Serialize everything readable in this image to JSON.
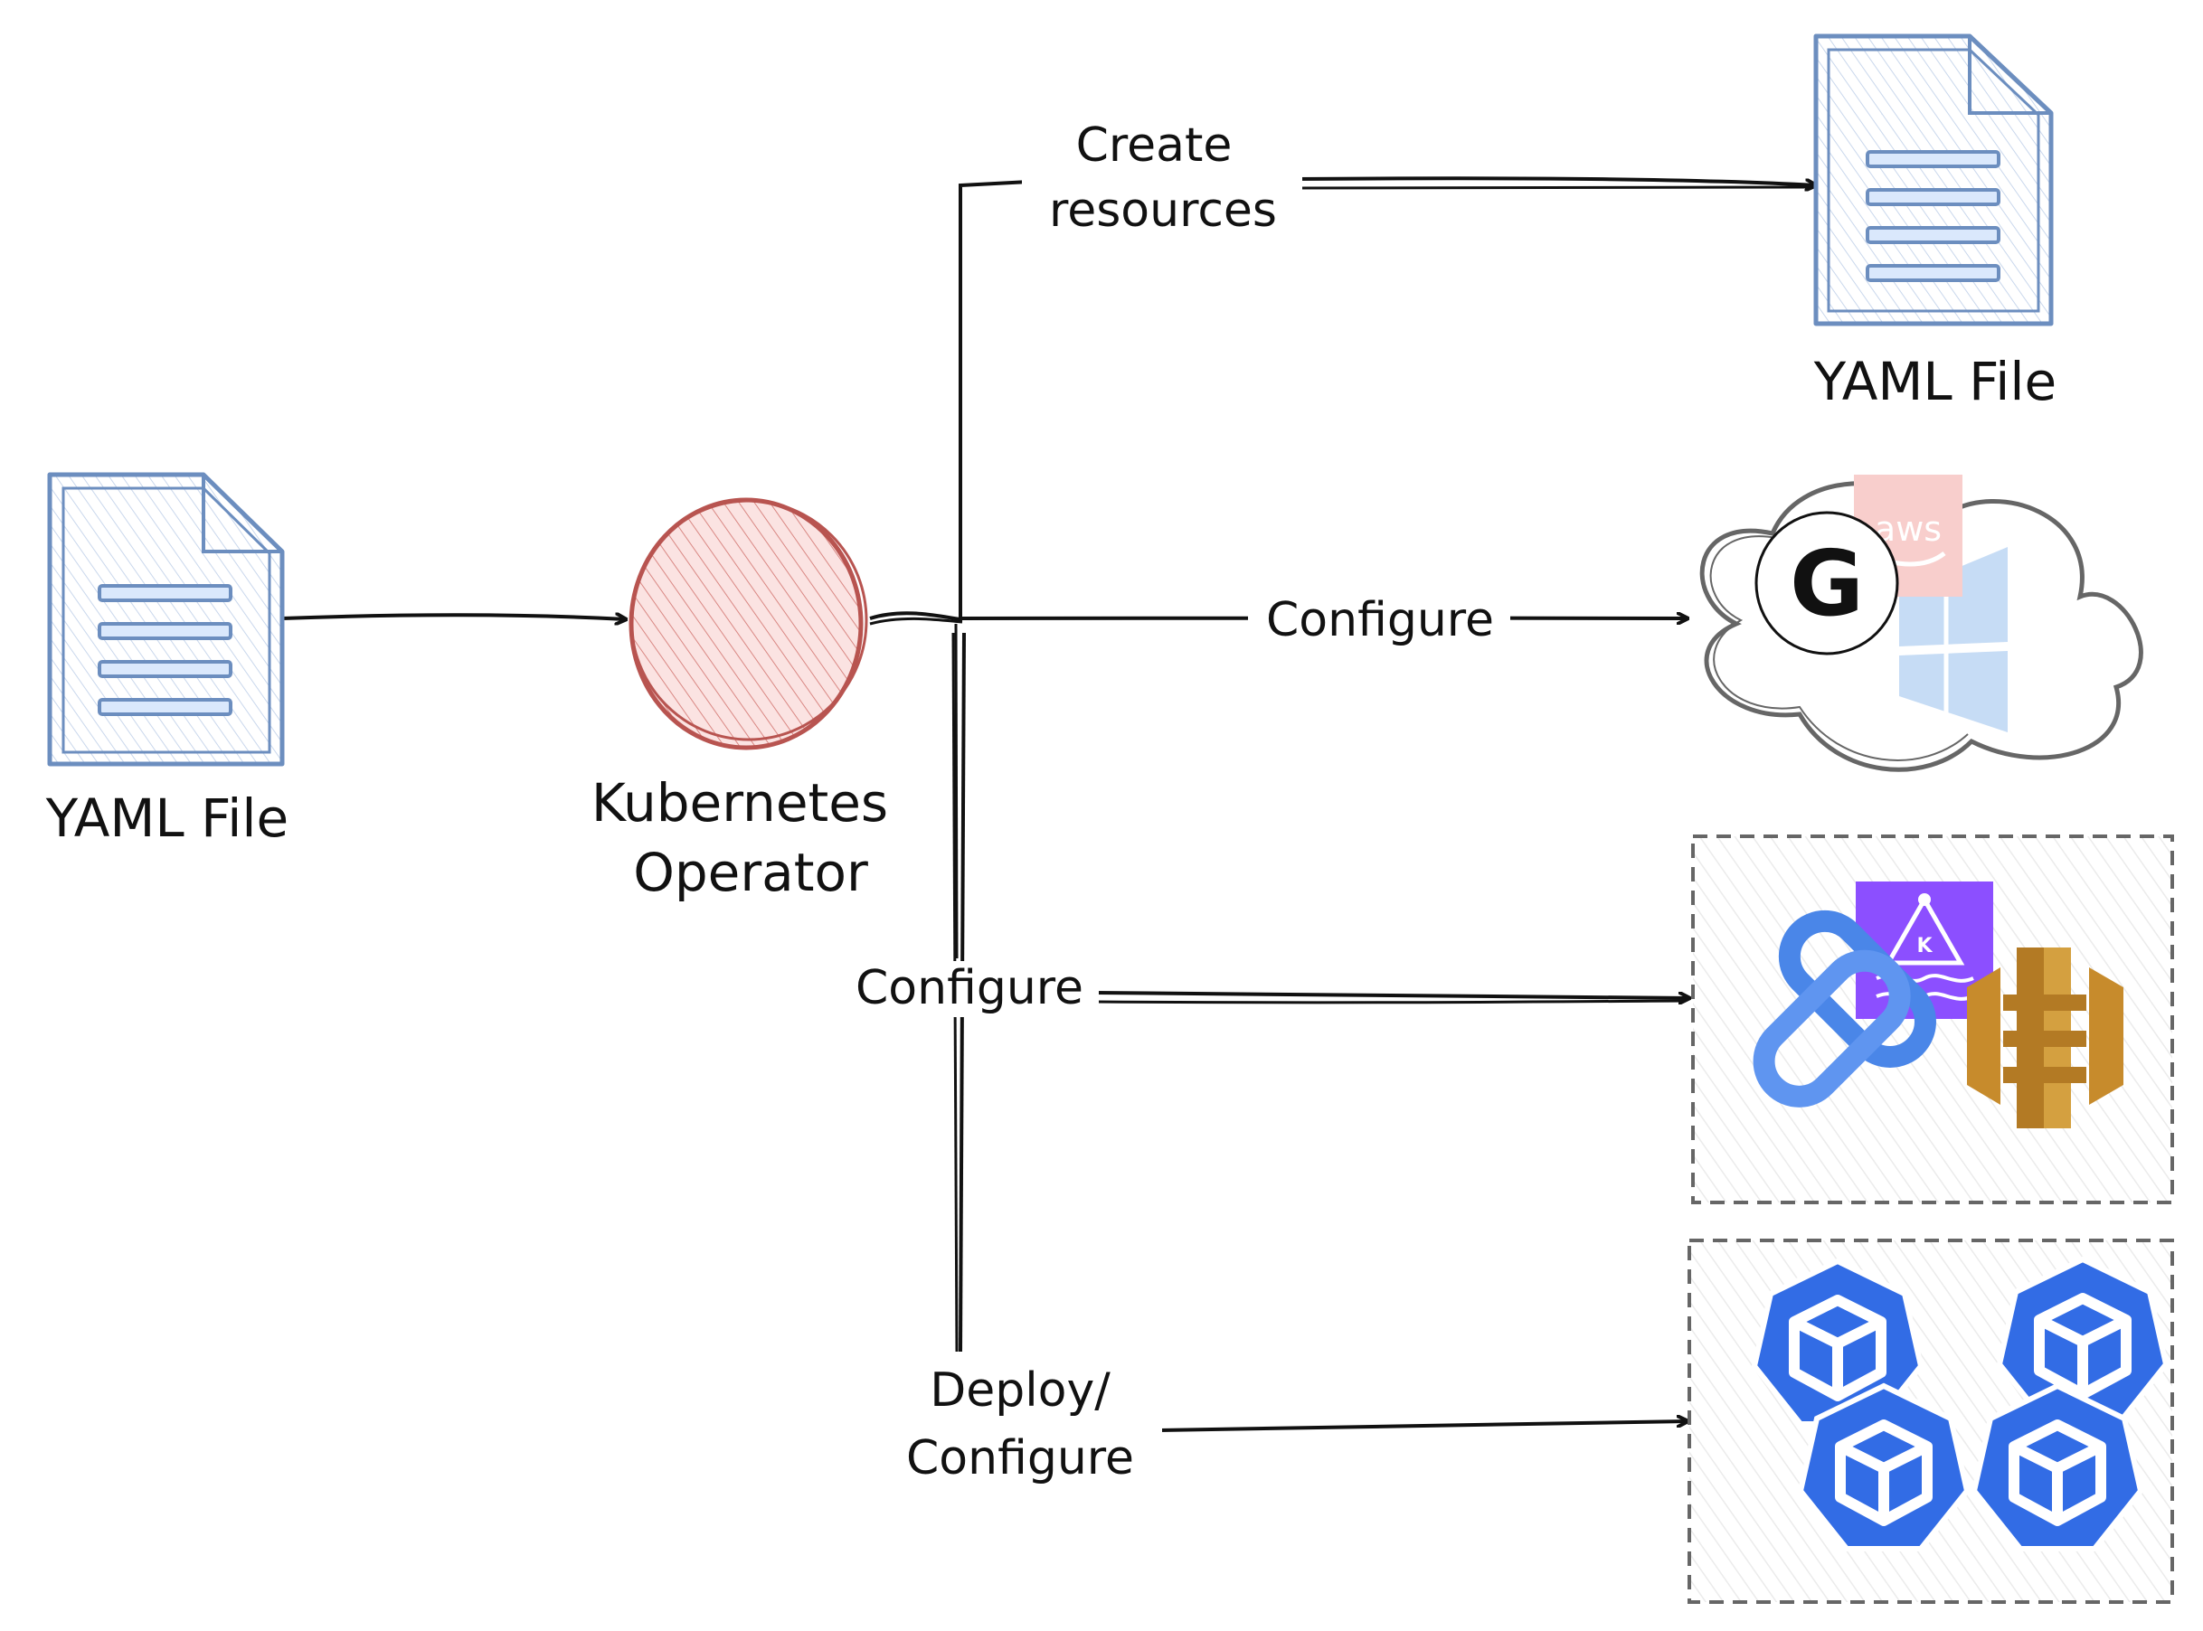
{
  "nodes": {
    "yaml_input": {
      "label": "YAML File"
    },
    "operator": {
      "line1": "Kubernetes",
      "line2": "Operator"
    },
    "yaml_output": {
      "label": "YAML File"
    },
    "cloud": {
      "aws_logo_text": "aws",
      "google_logo_text": "G",
      "icons": [
        "google-icon",
        "aws-icon",
        "windows-icon"
      ]
    },
    "services": {
      "icons": [
        "integration-icon",
        "kafka-icon",
        "api-gateway-icon"
      ],
      "kafka_letter": "K"
    },
    "clusters": {
      "icons": [
        "kubernetes-cube-icon",
        "kubernetes-cube-icon",
        "kubernetes-cube-icon",
        "kubernetes-cube-icon"
      ]
    }
  },
  "edges": {
    "create": {
      "line1": "Create",
      "line2": "resources"
    },
    "configure_cloud": {
      "label": "Configure"
    },
    "configure_services": {
      "label": "Configure"
    },
    "deploy": {
      "line1": "Deploy/",
      "line2": "Configure"
    }
  },
  "colors": {
    "yaml_blue": "#6c8ebf",
    "operator_red": "#b85450",
    "operator_fill": "#f8cecc",
    "k8s_blue": "#326ce5",
    "api_gold": "#d4a040",
    "kafka_purple": "#8c4fff",
    "aws_pink": "#f8cecc",
    "windows_blue": "#c6dcf5"
  }
}
